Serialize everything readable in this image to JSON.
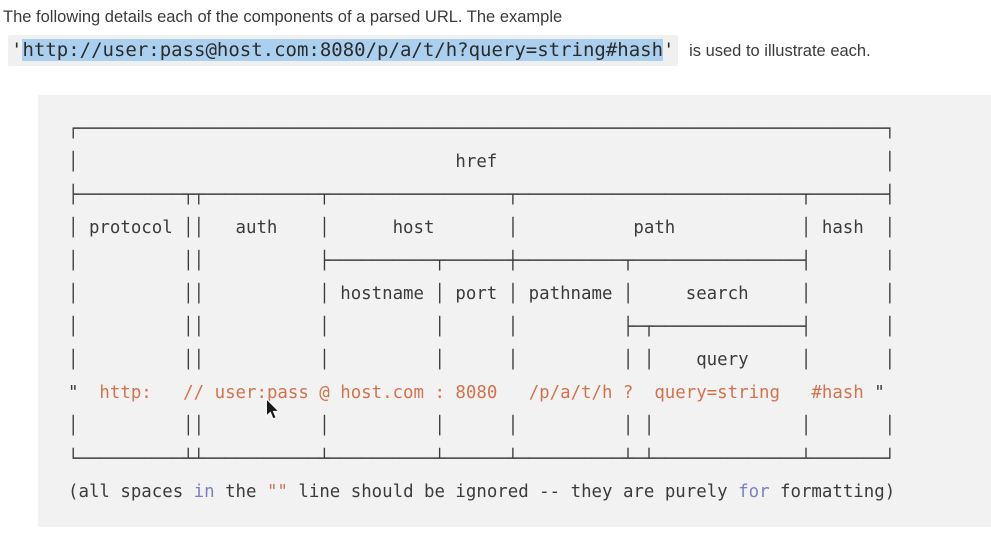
{
  "colors": {
    "text_dark": "#3b3b3b",
    "accent_orange": "#d2734e",
    "keyword_blue": "#7a82c4",
    "highlight_blue": "#abd0ef",
    "chip_bg": "#f0f0f0",
    "panel_bg": "#f2f2f2"
  },
  "icons": {
    "cursor": "arrow-pointer"
  },
  "header": {
    "line1": "The following details each of the components of a parsed URL. The example",
    "code_open": "'",
    "code_url": "http://user:pass@host.com:8080/p/a/t/h?query=string#hash",
    "code_close": "'",
    "suffix": " is used to illustrate each."
  },
  "diagram": {
    "rows": [
      "┌─────────────────────────────────────────────────────────────────────────────┐",
      "│                                    href                                     │",
      "├──────────┬┬───────────┬─────────────────┬───────────────────────────┬───────┤",
      "│ protocol ││   auth    │      host       │           path            │ hash  │",
      "│          ││           ├──────────┬──────┼──────────┬────────────────┤       │",
      "│          ││           │ hostname │ port │ pathname │     search     │       │",
      "│          ││           │          │      │          ├─┬──────────────┤       │",
      "│          ││           │          │      │          │ │    query     │       │",
      "│          ││           │          │      │          │ │              │       │",
      "└──────────┴┴───────────┴──────────┴──────┴──────────┴─┴──────────────┴───────┘"
    ],
    "url_line": {
      "open_quote": "\"",
      "body": "  http:   // user:pass @ host.com : 8080   /p/a/t/h ?  query=string   #hash ",
      "close_quote": "\""
    },
    "note": {
      "t1": "(all spaces ",
      "t2": "in",
      "t3": " the ",
      "t4": "\"\"",
      "t5": " line should be ignored -- they are purely ",
      "t6": "for",
      "t7": " formatting)"
    }
  }
}
